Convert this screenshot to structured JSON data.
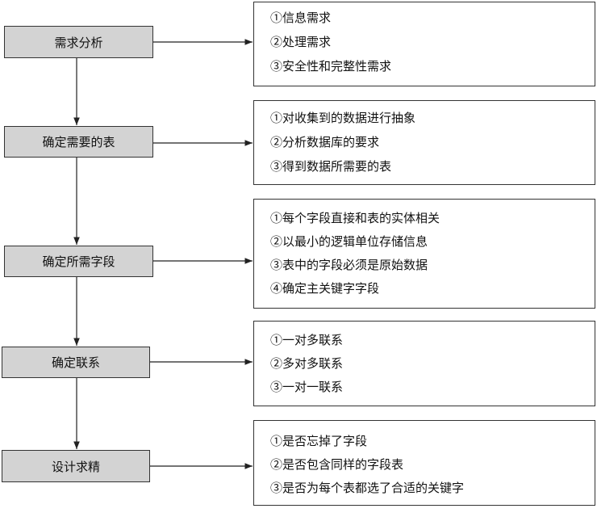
{
  "steps": [
    {
      "label": "需求分析",
      "details": [
        "①信息需求",
        "②处理需求",
        "③安全性和完整性需求"
      ]
    },
    {
      "label": "确定需要的表",
      "details": [
        "①对收集到的数据进行抽象",
        "②分析数据库的要求",
        "③得到数据所需要的表"
      ]
    },
    {
      "label": "确定所需字段",
      "details": [
        "①每个字段直接和表的实体相关",
        "②以最小的逻辑单位存储信息",
        "③表中的字段必须是原始数据",
        "④确定主关键字字段"
      ]
    },
    {
      "label": "确定联系",
      "details": [
        "①一对多联系",
        "②多对多联系",
        "③一对一联系"
      ]
    },
    {
      "label": "设计求精",
      "details": [
        "①是否忘掉了字段",
        "②是否包含同样的字段表",
        "③是否为每个表都选了合适的关键字"
      ]
    }
  ]
}
